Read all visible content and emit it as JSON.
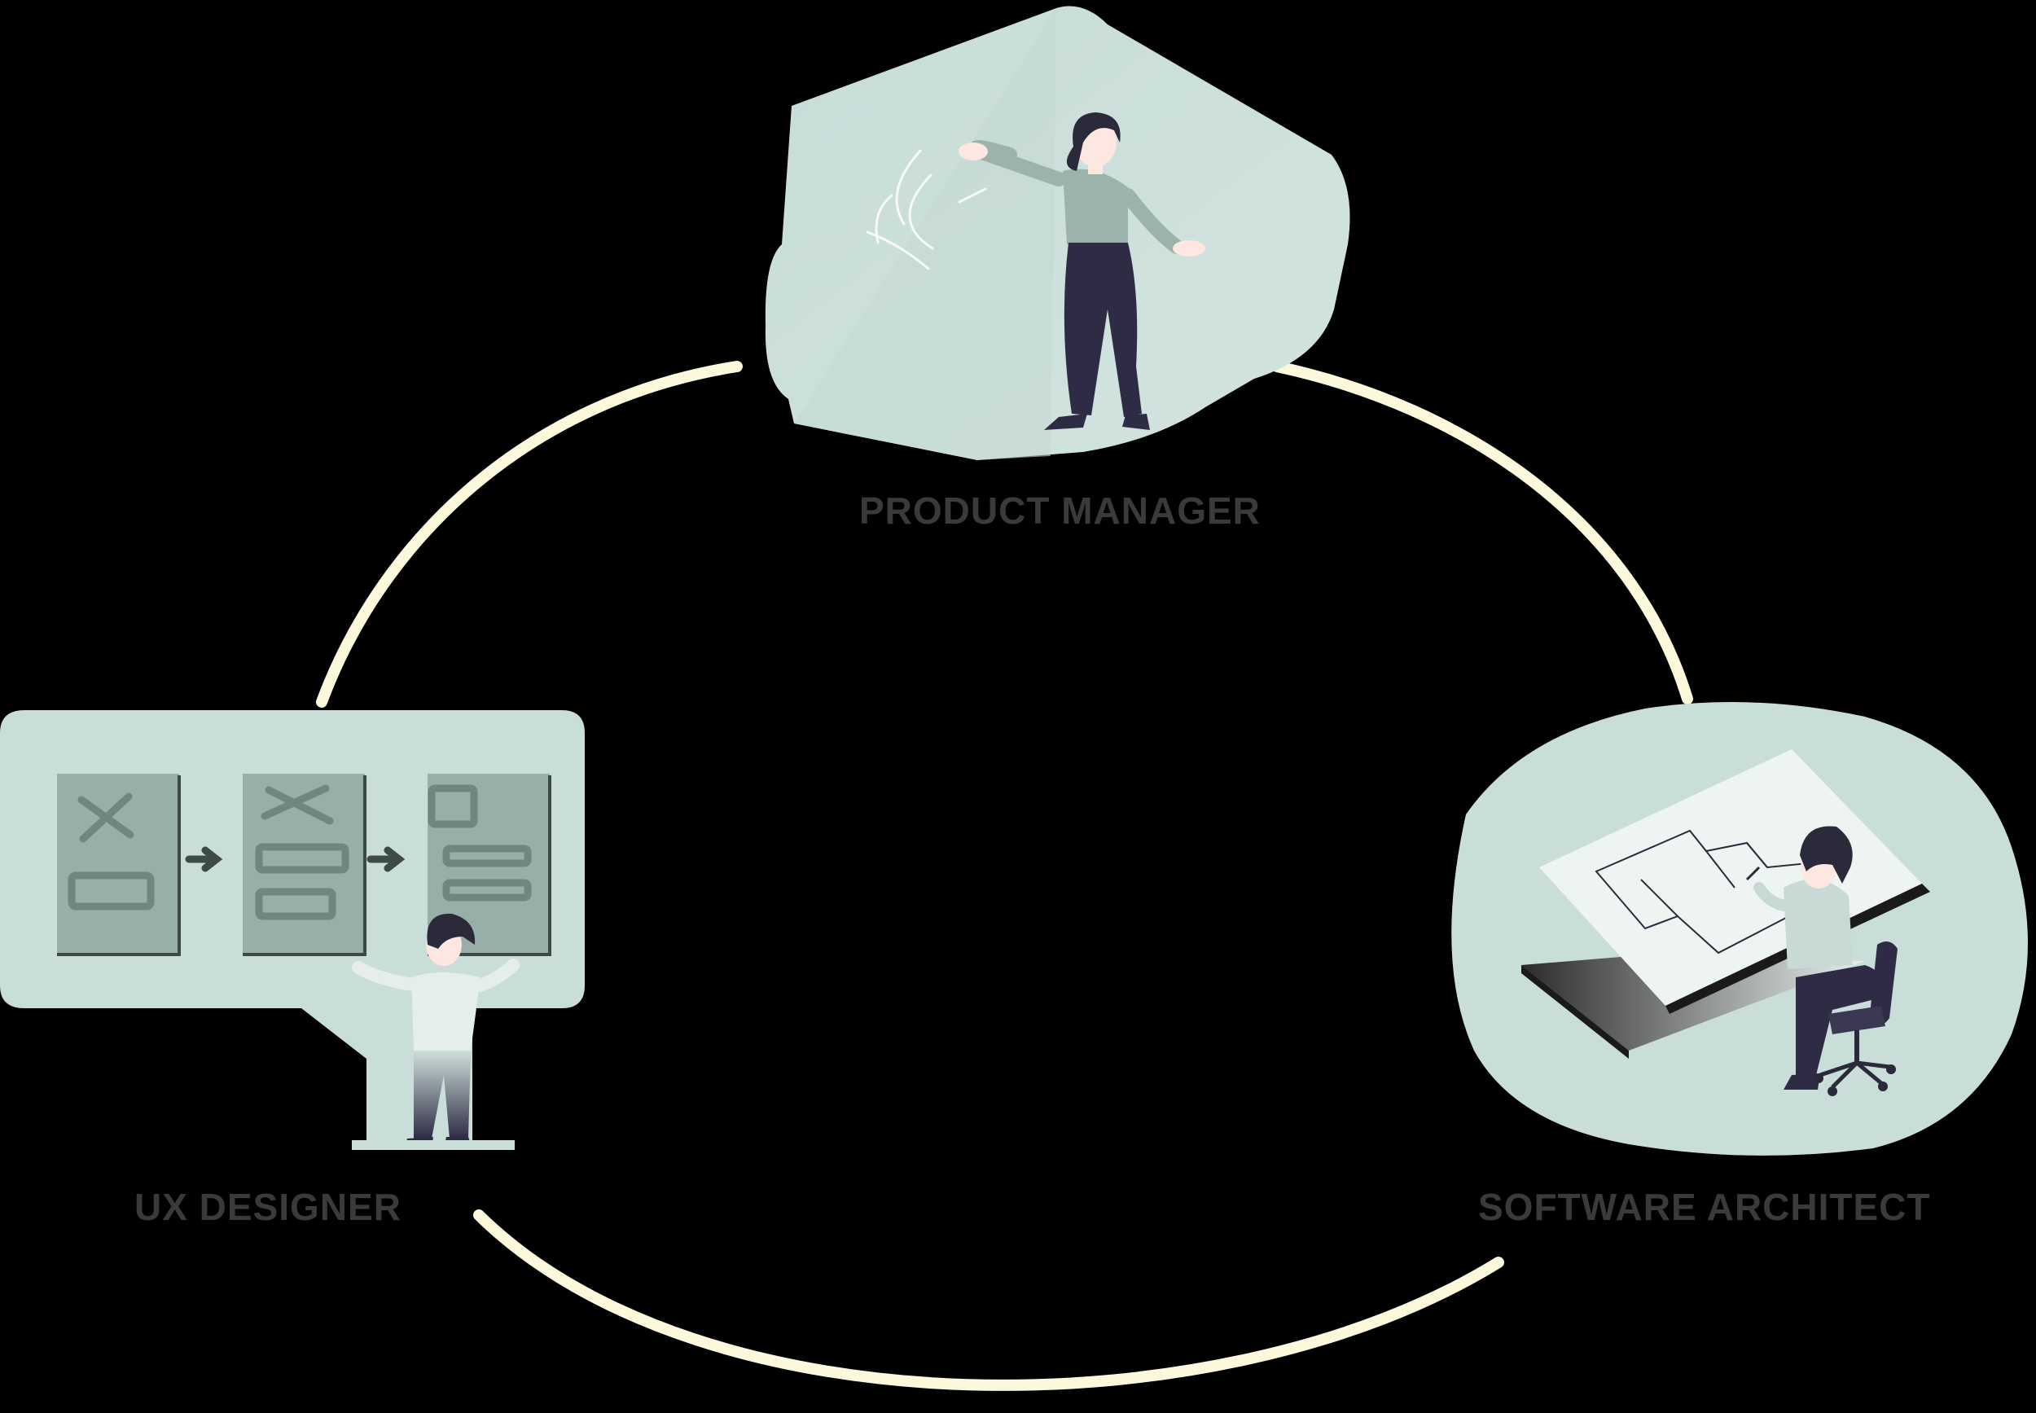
{
  "roles": {
    "product_manager": {
      "label": "PRODUCT MANAGER"
    },
    "ux_designer": {
      "label": "UX DESIGNER"
    },
    "software_architect": {
      "label": "SOFTWARE ARCHITECT"
    }
  },
  "colors": {
    "background": "#000000",
    "cycle_arc": "#fbf8dc",
    "blob_fill": "#c9ddd9",
    "label_text": "#3a3a3a",
    "figure_dark": "#2e2c45",
    "figure_shirt": "#9bb3ab",
    "skin": "#fde7e0",
    "hair": "#2b2a3b",
    "sketch_card": "#98aea8",
    "sketch_stroke": "#6f8780"
  },
  "icons": [
    "woman-presenting-icon",
    "man-at-whiteboard-icon",
    "man-at-drafting-table-icon",
    "arrow-right-icon",
    "office-chair-icon"
  ]
}
